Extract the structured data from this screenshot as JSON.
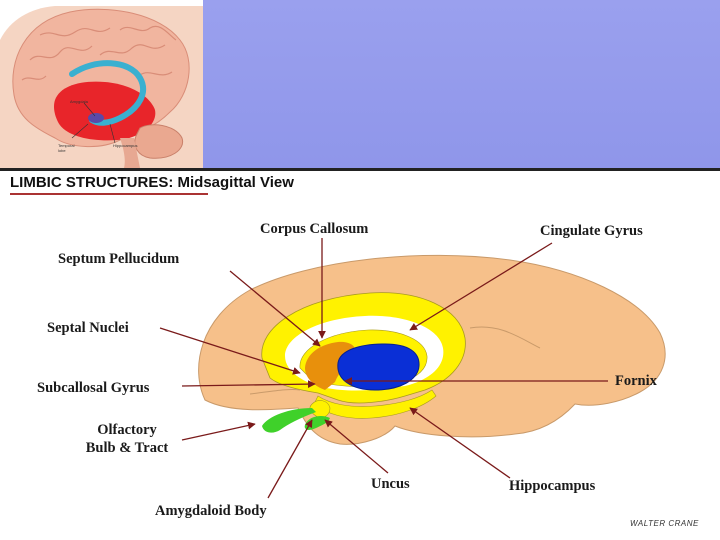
{
  "thumbnail": {
    "labels": {
      "amygdala": "Amygdala",
      "temporal_lobe": "Temporal lobe",
      "hippocampus": "Hippocampus"
    }
  },
  "diagram": {
    "title": "LIMBIC STRUCTURES:",
    "subtitle": "Midsagittal View",
    "labels": {
      "corpus_callosum": "Corpus Callosum",
      "cingulate_gyrus": "Cingulate Gyrus",
      "septum_pellucidum": "Septum Pellucidum",
      "septal_nuclei": "Septal Nuclei",
      "subcallosal_gyrus": "Subcallosal Gyrus",
      "fornix": "Fornix",
      "olfactory_line1": "Olfactory",
      "olfactory_line2": "Bulb & Tract",
      "uncus": "Uncus",
      "hippocampus": "Hippocampus",
      "amygdaloid_body": "Amygdaloid Body"
    },
    "signature": "WALTER CRANE"
  },
  "colors": {
    "background_band": "#9099eb",
    "brain_tan": "#f6c08a",
    "limbic_yellow": "#fff200",
    "septum_orange": "#e8900c",
    "ventricle_blue": "#0a2fd6",
    "olfactory_green": "#3fd12a",
    "arrow_red": "#8b1a1a",
    "thumb_brain": "#f2b7a0",
    "thumb_temporal": "#e8252a",
    "thumb_hippocampus": "#3aa0c8"
  }
}
